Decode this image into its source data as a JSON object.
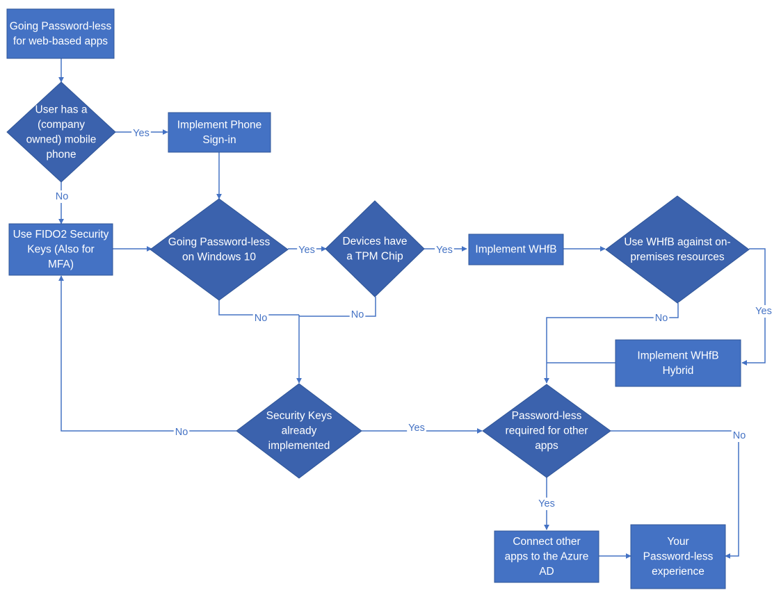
{
  "colors": {
    "box_fill": "#4472c4",
    "box_stroke": "#2f5597",
    "diamond_fill": "#3b62ad",
    "diamond_stroke": "#2f5597",
    "connector": "#4472c4",
    "text": "#ffffff",
    "label": "#4472c4"
  },
  "nodes": {
    "start": [
      "Going Password-less",
      "for web-based apps"
    ],
    "mobile_question": [
      "User has a",
      "(company",
      "owned) mobile",
      "phone"
    ],
    "phone_signin": [
      "Implement Phone",
      "Sign-in"
    ],
    "fido2": [
      "Use FIDO2 Security",
      "Keys (Also for",
      "MFA)"
    ],
    "win10_question": [
      "Going Password-less",
      "on Windows 10"
    ],
    "tpm_question": [
      "Devices have",
      "a TPM Chip"
    ],
    "whfb": [
      "Implement WHfB"
    ],
    "onprem_question": [
      "Use WHfB against on-",
      "premises resources"
    ],
    "whfb_hybrid": [
      "Implement WHfB",
      "Hybrid"
    ],
    "security_keys_question": [
      "Security Keys",
      "already",
      "implemented"
    ],
    "other_apps_question": [
      "Password-less",
      "required for other",
      "apps"
    ],
    "connect_apps": [
      "Connect other",
      "apps to the Azure",
      "AD"
    ],
    "experience": [
      "Your",
      "Password-less",
      "experience"
    ]
  },
  "edge_labels": {
    "mobile_yes": "Yes",
    "mobile_no": "No",
    "win10_yes": "Yes",
    "win10_no": "No",
    "tpm_yes": "Yes",
    "tpm_no": "No",
    "onprem_no": "No",
    "onprem_yes": "Yes",
    "seckeys_no": "No",
    "seckeys_yes": "Yes",
    "otherapps_yes": "Yes",
    "otherapps_no": "No"
  }
}
